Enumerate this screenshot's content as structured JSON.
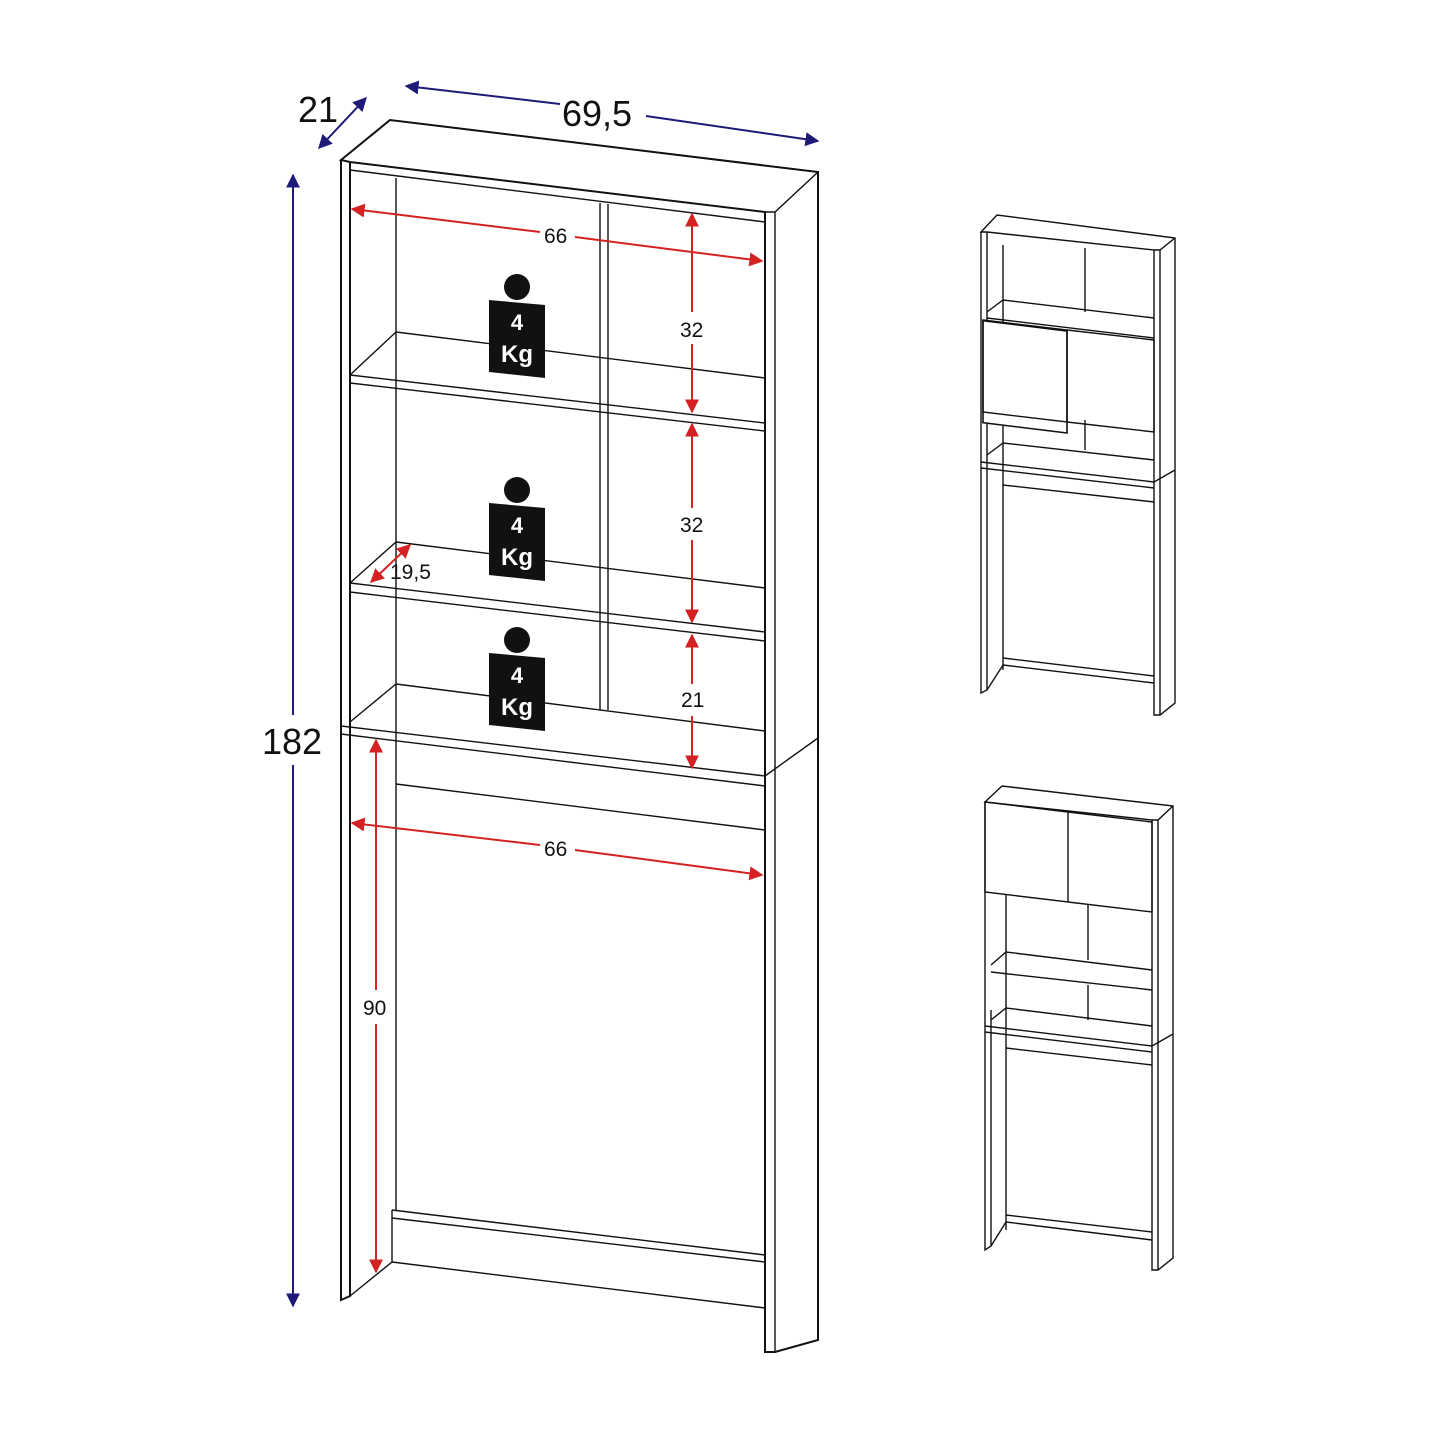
{
  "colors": {
    "outer_dimension": "#1e1a78",
    "inner_dimension": "#d42222",
    "line": "#111111",
    "weight_badge": "#111111"
  },
  "dimensions": {
    "depth": "21",
    "width": "69,5",
    "height": "182",
    "inner_width_top": "66",
    "shelf_height_1": "32",
    "shelf_height_2": "32",
    "shelf_height_3": "21",
    "shelf_depth": "19,5",
    "inner_width_bottom": "66",
    "bottom_clearance": "90"
  },
  "weights": [
    {
      "value": "4",
      "unit": "Kg"
    },
    {
      "value": "4",
      "unit": "Kg"
    },
    {
      "value": "4",
      "unit": "Kg"
    }
  ]
}
